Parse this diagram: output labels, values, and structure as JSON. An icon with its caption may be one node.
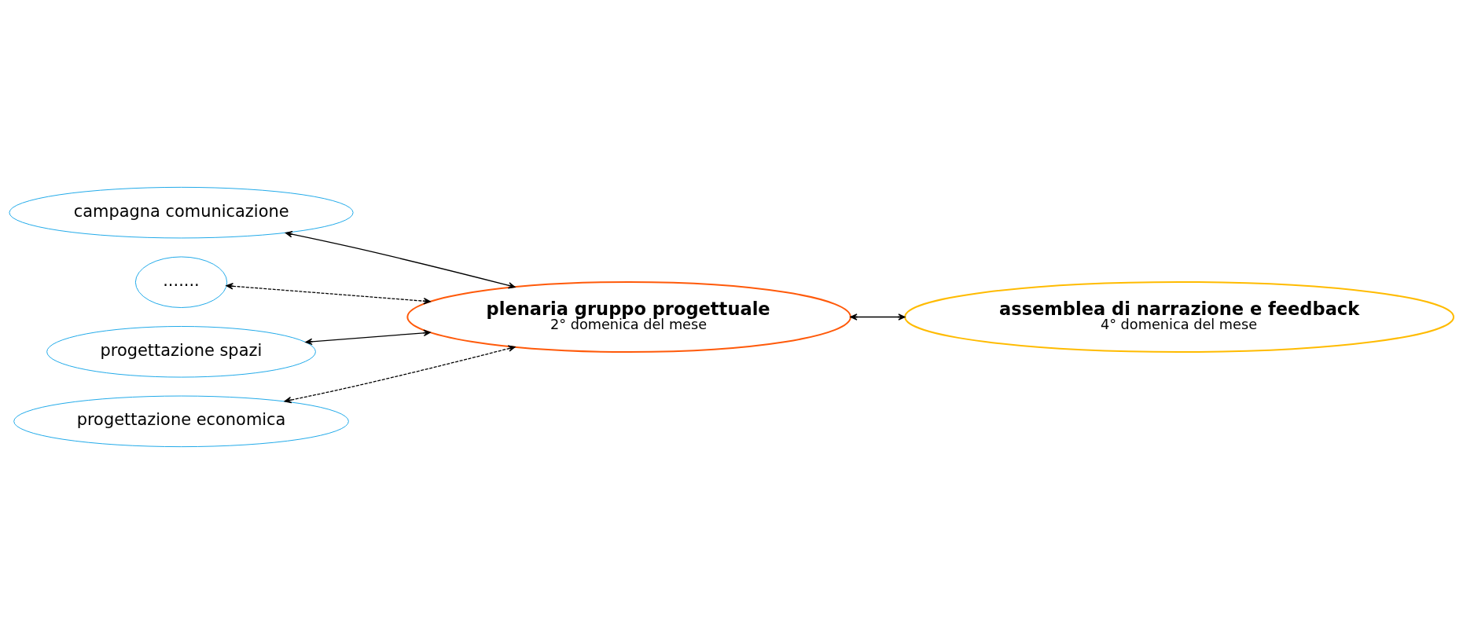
{
  "diagram": {
    "nodes": [
      {
        "text": [
          "campagna comunicazione"
        ]
      },
      {
        "text": [
          "......."
        ]
      },
      {
        "text": [
          "plenaria gruppo progettuale",
          "2° domenica del mese"
        ]
      },
      {
        "text": [
          "assemblea di narrazione e feedback",
          "4° domenica del mese"
        ]
      },
      {
        "text": [
          "progettazione spazi"
        ]
      },
      {
        "text": [
          "progettazione economica"
        ]
      }
    ],
    "edges": [
      {
        "from": 0,
        "to": 2,
        "arrow": "both"
      },
      {
        "from": 1,
        "to": 2,
        "arrow": "both",
        "style": "dashed"
      },
      {
        "from": 4,
        "to": 2,
        "arrow": "both"
      },
      {
        "from": 5,
        "to": 2,
        "arrow": "both",
        "style": "dashed"
      },
      {
        "from": 2,
        "to": 3,
        "arrow": "both"
      }
    ]
  }
}
